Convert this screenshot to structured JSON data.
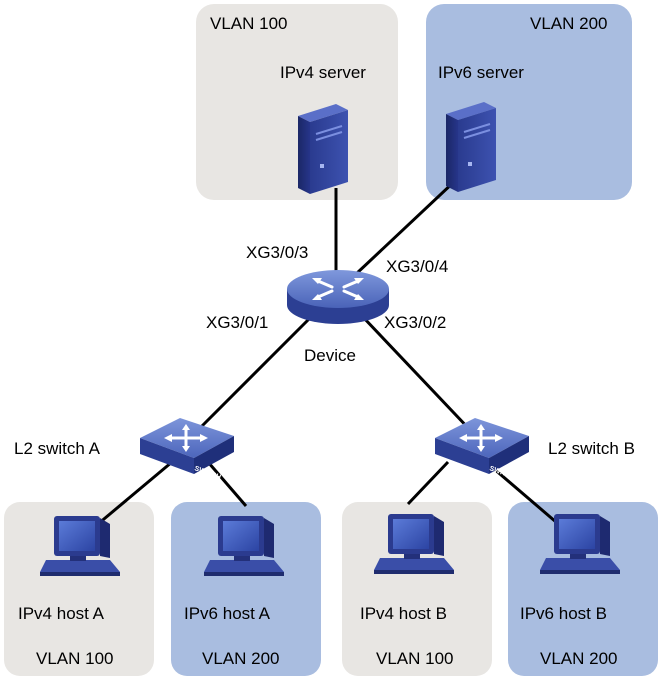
{
  "colors": {
    "gray_box": "#e8e6e3",
    "blue_box": "#a9bde0",
    "device_blue": "#4a63b8",
    "line": "#000000"
  },
  "zones": {
    "vlan100_top": {
      "label": "VLAN 100",
      "server": "IPv4 server"
    },
    "vlan200_top": {
      "label": "VLAN 200",
      "server": "IPv6 server"
    },
    "host_ipv4_a": {
      "label": "IPv4 host A",
      "vlan": "VLAN 100"
    },
    "host_ipv6_a": {
      "label": "IPv6 host A",
      "vlan": "VLAN 200"
    },
    "host_ipv4_b": {
      "label": "IPv4 host B",
      "vlan": "VLAN 100"
    },
    "host_ipv6_b": {
      "label": "IPv6 host B",
      "vlan": "VLAN 200"
    }
  },
  "device": {
    "label": "Device",
    "ports": {
      "p1": "XG3/0/1",
      "p2": "XG3/0/2",
      "p3": "XG3/0/3",
      "p4": "XG3/0/4"
    }
  },
  "switches": {
    "a": {
      "label": "L2 switch A",
      "badge": "SWITCH"
    },
    "b": {
      "label": "L2 switch B",
      "badge": "SWITCH"
    }
  },
  "icons": {
    "server": "server-icon",
    "router": "router-icon",
    "switch": "switch-icon",
    "host": "computer-icon"
  }
}
